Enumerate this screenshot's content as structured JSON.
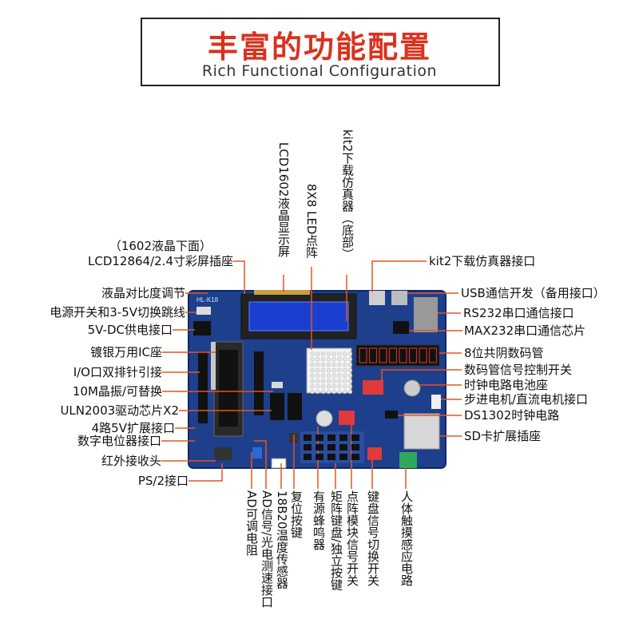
{
  "header": {
    "title_cn": "丰富的功能配置",
    "title_en": "Rich Functional Configuration"
  },
  "board": {
    "model_label": "HL-K18",
    "board_color": "#1d3f8c",
    "lcd_color": "#1a3fd0",
    "led_color": "#f3f3f3",
    "accent_color": "#e5551f"
  },
  "left_labels": {
    "lcd_note": "（1602液晶下面）",
    "lcd12864": "LCD12864/2.4寸彩屏插座",
    "contrast": "液晶对比度调节",
    "power_switch": "电源开关和3-5V切换跳线",
    "dc_power": "5V-DC供电接口",
    "zif_socket": "镀银万用IC座",
    "io_header": "I/O口双排针引接",
    "crystal": "10M晶振/可替换",
    "uln2003": "ULN2003驱动芯片X2",
    "ext5v": "4路5V扩展接口",
    "pot_conn": "数字电位器接口",
    "ir_receiver": "红外接收头",
    "ps2": "PS/2接口"
  },
  "right_labels": {
    "kit2_port": "kit2下载仿真器接口",
    "usb": "USB通信开发（备用接口）",
    "rs232": "RS232串口通信接口",
    "max232": "MAX232串口通信芯片",
    "seg8": "8位共阴数码管",
    "seg_switch": "数码管信号控制开关",
    "battery": "时钟电路电池座",
    "motor": "步进电机/直流电机接口",
    "ds1302": "DS1302时钟电路",
    "sd": "SD卡扩展插座"
  },
  "top_labels": {
    "lcd1602": "LCD1602液晶显示屏",
    "led8x8": "8X8 LED点阵",
    "kit2_bottom": "kit2下载仿真器（底部）"
  },
  "bottom_labels": {
    "ad_pot": "AD可调电阻",
    "ad_photo": "AD信号/光电测速接口",
    "ds18b20": "18B20温度传感器",
    "reset": "复位按键",
    "buzzer": "有源蜂鸣器",
    "keypad": "矩阵键盘/独立按键",
    "dot_switch": "点阵模块信号开关",
    "key_switch": "键盘信号切换开关",
    "touch": "人体触摸感应电路"
  }
}
